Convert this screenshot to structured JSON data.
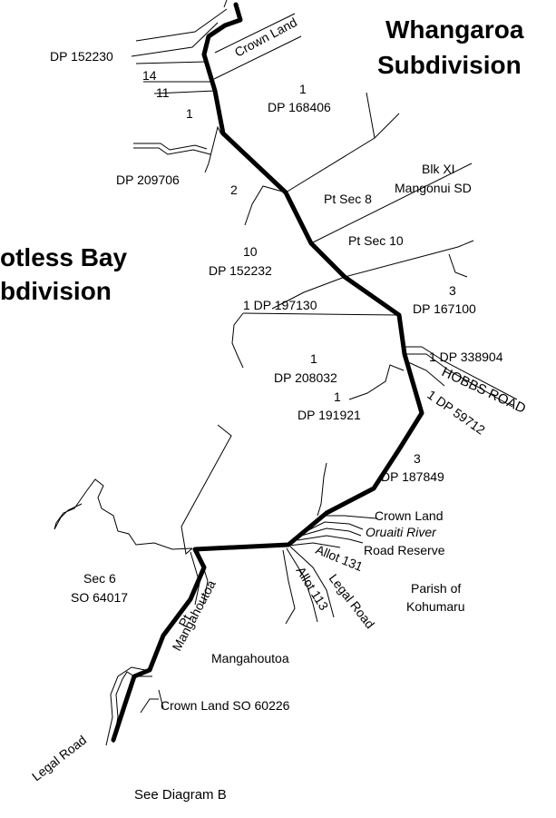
{
  "districts": {
    "whangaroa": {
      "line1": "Whangaroa",
      "line2": "Subdivision"
    },
    "bay_of_islands": {
      "line1": "otless Bay",
      "line2": "bdivision"
    }
  },
  "parcels": {
    "crown_land_top": "Crown Land",
    "dp_152230": "DP 152230",
    "num_14": "14",
    "num_11": "11",
    "num_1_a": "1",
    "lot_1_dp_168406_a": "1",
    "lot_1_dp_168406_b": "DP 168406",
    "dp_209706": "DP 209706",
    "num_2": "2",
    "blk_xi_a": "Blk XI",
    "blk_xi_b": "Mangonui SD",
    "pt_sec_8": "Pt Sec 8",
    "pt_sec_10": "Pt Sec 10",
    "lot_10_a": "10",
    "lot_10_b": "DP 152232",
    "lot_3_dp_167100_a": "3",
    "lot_3_dp_167100_b": "DP 167100",
    "dp_197130": "1 DP 197130",
    "dp_338904": "1 DP 338904",
    "hobbs_road": "HOBBS ROAD",
    "dp_59712": "1 DP 59712",
    "lot_1_dp_208032_a": "1",
    "lot_1_dp_208032_b": "DP 208032",
    "lot_1_dp_191921_a": "1",
    "lot_1_dp_191921_b": "DP 191921",
    "lot_3_dp_187849_a": "3",
    "lot_3_dp_187849_b": "DP 187849",
    "crown_land_river": "Crown Land",
    "oruaiti_river": "Oruaiti River",
    "road_reserve": "Road Reserve",
    "allot_131": "Allot 131",
    "parish_a": "Parish of",
    "parish_b": "Kohumaru",
    "legal_road_mid": "Legal Road",
    "allot_113": "Allot 113",
    "sec_6_a": "Sec 6",
    "sec_6_b": "SO 64017",
    "pt_mangahoutoa_a": "Pt",
    "pt_mangahoutoa_b": "Mangahoutoa",
    "mangahoutoa": "Mangahoutoa",
    "crown_land_so": "Crown Land SO 60226",
    "legal_road_bottom": "Legal Road"
  },
  "footer": {
    "see_diagram": "See Diagram B"
  }
}
